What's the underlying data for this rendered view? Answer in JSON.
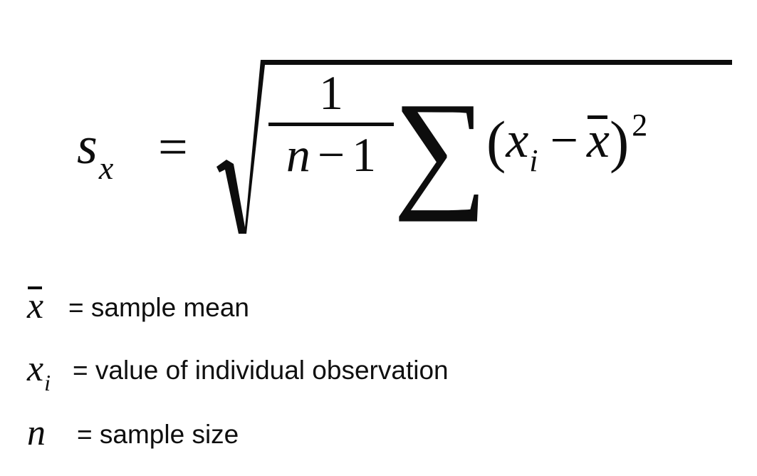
{
  "background_color": "#ffffff",
  "text_color": "#0d0d0d",
  "formula": {
    "description": "Sample standard deviation formula",
    "plain_text": "s_x = sqrt( 1/(n-1) * SUM (x_i - x-bar)^2 )",
    "lhs_symbol": "s",
    "lhs_subscript": "x",
    "equals": "=",
    "radical_symbol": "√",
    "fraction": {
      "numerator": "1",
      "denominator_variable": "n",
      "denominator_operator": "−",
      "denominator_number": "1",
      "denominator": "n − 1"
    },
    "summation_symbol": "∑",
    "open_paren": "(",
    "term_variable": "x",
    "term_subscript": "i",
    "minus_operator": "−",
    "mean_variable": "x",
    "close_paren": ")",
    "exponent": "2"
  },
  "legend": {
    "rows": [
      {
        "symbol_base": "x",
        "symbol_subscript": "",
        "symbol_overbar": true,
        "symbol_plain": "x̄",
        "text": "= sample mean"
      },
      {
        "symbol_base": "x",
        "symbol_subscript": "i",
        "symbol_overbar": false,
        "symbol_plain": "xi",
        "text": "= value of individual observation"
      },
      {
        "symbol_base": "n",
        "symbol_subscript": "",
        "symbol_overbar": false,
        "symbol_plain": "n",
        "text": "= sample size"
      }
    ]
  }
}
